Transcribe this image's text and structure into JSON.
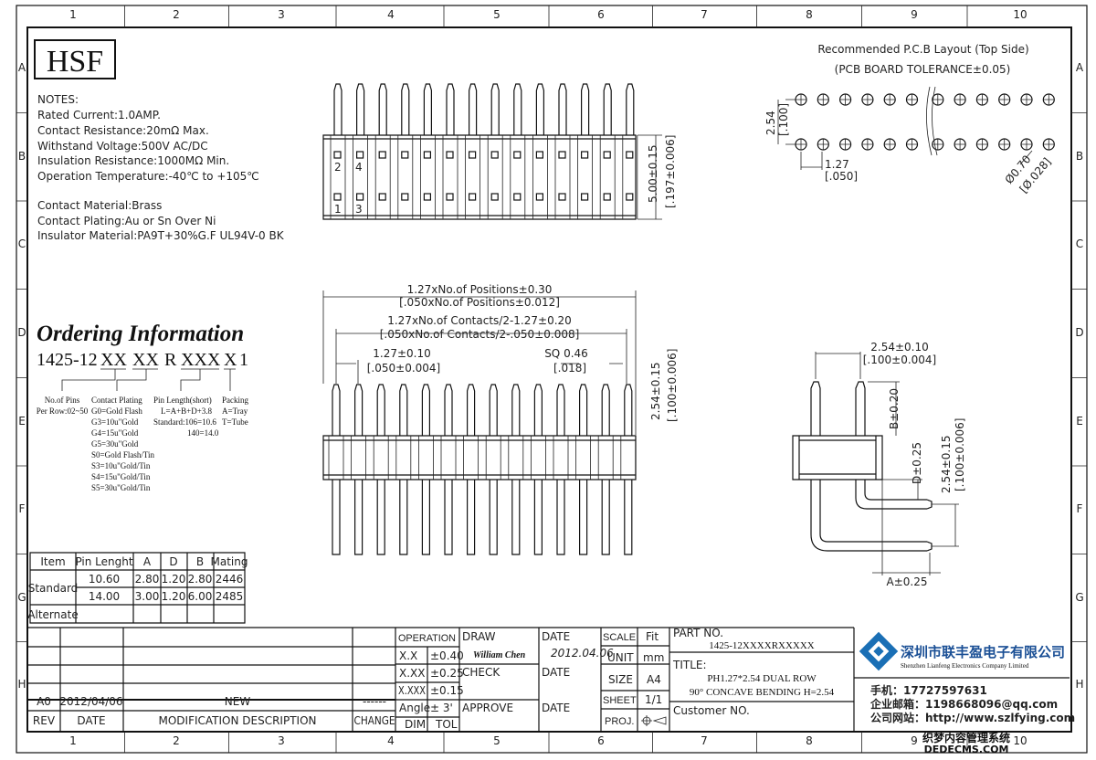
{
  "frame": {
    "columns": [
      "1",
      "2",
      "3",
      "4",
      "5",
      "6",
      "7",
      "8",
      "9",
      "10"
    ],
    "rows": [
      "A",
      "B",
      "C",
      "D",
      "E",
      "F",
      "G",
      "H"
    ]
  },
  "logo": "HSF",
  "notes": [
    "NOTES:",
    "Rated Current:1.0AMP.",
    "Contact Resistance:20mΩ Max.",
    "Withstand Voltage:500V AC/DC",
    "Insulation Resistance:1000MΩ Min.",
    "Operation Temperature:-40℃ to +105℃",
    "Contact Material:Brass",
    "Contact Plating:Au or Sn Over Ni",
    "Insulator Material:PA9T+30%G.F UL94V-0 BK"
  ],
  "ordering": {
    "title": "Ordering Information",
    "code": {
      "prefix": "1425-12",
      "pins": "XX",
      "plating": "XX",
      "r": "R",
      "length": "XXX",
      "packing": "X",
      "suffix": "1"
    },
    "pins": [
      "No.of Pins",
      "Per Row:02~50"
    ],
    "plating": [
      "Contact Plating",
      "G0=Gold Flash",
      "G3=10u\"Gold",
      "G4=15u\"Gold",
      "G5=30u\"Gold",
      "S0=Gold Flash/Tin",
      "S3=10u\"Gold/Tin",
      "S4=15u\"Gold/Tin",
      "S5=30u\"Gold/Tin"
    ],
    "length": [
      "Pin Length(short)",
      "L=A+B+D+3.8",
      "Standard:106=10.6",
      "140=14.0"
    ],
    "packing": [
      "Packing",
      "A=Tray",
      "T=Tube"
    ]
  },
  "pin_table": {
    "headers": [
      "Item",
      "Pin Lenght",
      "A",
      "D",
      "B",
      "Mating"
    ],
    "group": "Standard",
    "rows": [
      [
        "10.60",
        "2.80",
        "1.20",
        "2.80",
        "2446"
      ],
      [
        "14.00",
        "3.00",
        "1.20",
        "6.00",
        "2485"
      ]
    ],
    "alternate": "Alternate"
  },
  "top_view": {
    "pin_labels": [
      "2",
      "4",
      "1",
      "3"
    ],
    "height_dim": "5.00±0.15",
    "height_dim_in": "[.197±0.006]"
  },
  "front_view": {
    "d1": "1.27xNo.of Positions±0.30",
    "d1_in": "[.050xNo.of Positions±0.012]",
    "d2": "1.27xNo.of Contacts/2-1.27±0.20",
    "d2_in": "[.050xNo.of Contacts/2-.050±0.008]",
    "d3": "1.27±0.10",
    "d3_in": "[.050±0.004]",
    "d4": "SQ 0.46",
    "d4_in": "[.018]",
    "d5": "2.54±0.15",
    "d5_in": "[.100±0.006]"
  },
  "pcb": {
    "title": "Recommended P.C.B Layout (Top Side)",
    "subtitle": "(PCB BOARD TOLERANCE±0.05)",
    "row": "2.54",
    "row_in": "[.100]",
    "pitch": "1.27",
    "pitch_in": "[.050]",
    "hole": "Ø0.70",
    "hole_in": "[Ø.028]"
  },
  "side_view": {
    "w": "2.54±0.10",
    "w_in": "[.100±0.004]",
    "b": "B±0.20",
    "d": "D±0.25",
    "h": "2.54±0.15",
    "h_in": "[.100±0.006]",
    "a": "A±0.25"
  },
  "revisions": {
    "rev": "A0",
    "date": "2012/04/06",
    "desc": "NEW",
    "change": "------",
    "headers": [
      "REV",
      "DATE",
      "MODIFICATION  DESCRIPTION",
      "CHANGE"
    ]
  },
  "title_block": {
    "operation": "OPERATION",
    "tol": [
      [
        "X.X",
        "±0.40"
      ],
      [
        "X.XX",
        "±0.25"
      ],
      [
        "X.XXX",
        "±0.15"
      ],
      [
        "Angle",
        "± 3'"
      ]
    ],
    "dim": "DIM",
    "tol_label": "TOL",
    "draw": "DRAW",
    "drawer": "William Chen",
    "date_label": "DATE",
    "draw_date": "2012.04.06",
    "check": "CHECK",
    "approve": "APPROVE",
    "scale": "SCALE",
    "scale_v": "Fit",
    "unit": "UNIT",
    "unit_v": "mm",
    "size": "SIZE",
    "size_v": "A4",
    "sheet": "SHEET",
    "sheet_v": "1/1",
    "proj": "PROJ.",
    "part_no_label": "PART NO.",
    "part_no": "1425-12XXXXRXXXXX",
    "title_label": "TITLE:",
    "title1": "PH1.27*2.54 DUAL ROW",
    "title2": "90° CONCAVE BENDING H=2.54",
    "customer": "Customer NO."
  },
  "company": {
    "name_cn": "深圳市联丰盈电子有限公司",
    "name_en": "Shenzhen Lianfeng Electronics Company Limited",
    "phone": "手机：17727597631",
    "email": "企业邮箱：1198668096@qq.com",
    "web": "公司网站：http://www.szlfying.com"
  },
  "watermark": {
    "cn": "织梦内容管理系统",
    "en": "DEDECMS.COM"
  }
}
